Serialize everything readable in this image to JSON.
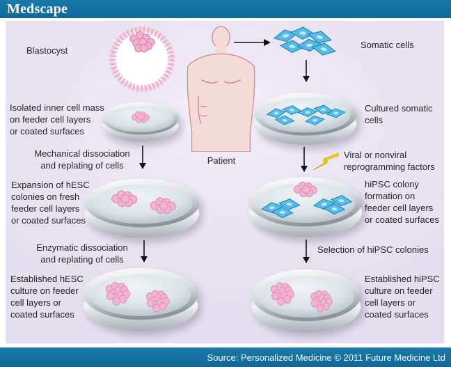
{
  "header": {
    "brand": "Medscape"
  },
  "footer": {
    "source": "Source: Personalized Medicine © 2011 Future Medicine Ltd"
  },
  "colors": {
    "bar_blue": "#10689a",
    "panel_lavender": "#eae4f2",
    "pink_cell": "#f2b3d1",
    "blue_cell": "#55bce8",
    "bolt_yellow": "#f0d316",
    "patient_skin": "#f4dbd8"
  },
  "labels": {
    "blastocyst": "Blastocyst",
    "isolated_icm": "Isolated inner cell mass\non feeder cell layers\nor coated surfaces",
    "mechanical": "Mechanical dissociation\nand replating of cells",
    "expansion_hesc": "Expansion of hESC\ncolonies on fresh\nfeeder cell layers\nor coated surfaces",
    "enzymatic": "Enzymatic dissociation\nand replating of cells",
    "established_hesc": "Established hESC\nculture on feeder\ncell layers or\ncoated surfaces",
    "patient": "Patient",
    "somatic_cells": "Somatic cells",
    "cultured_somatic": "Cultured somatic\ncells",
    "viral": "Viral or nonviral\nreprogramming factors",
    "hipsc_colony": "hiPSC colony\nformation on\nfeeder cell layers\nor coated surfaces",
    "selection": "Selection of hiPSC colonies",
    "established_hipsc": "Established hiPSC\nculture on feeder\ncell layers or\ncoated surfaces"
  }
}
